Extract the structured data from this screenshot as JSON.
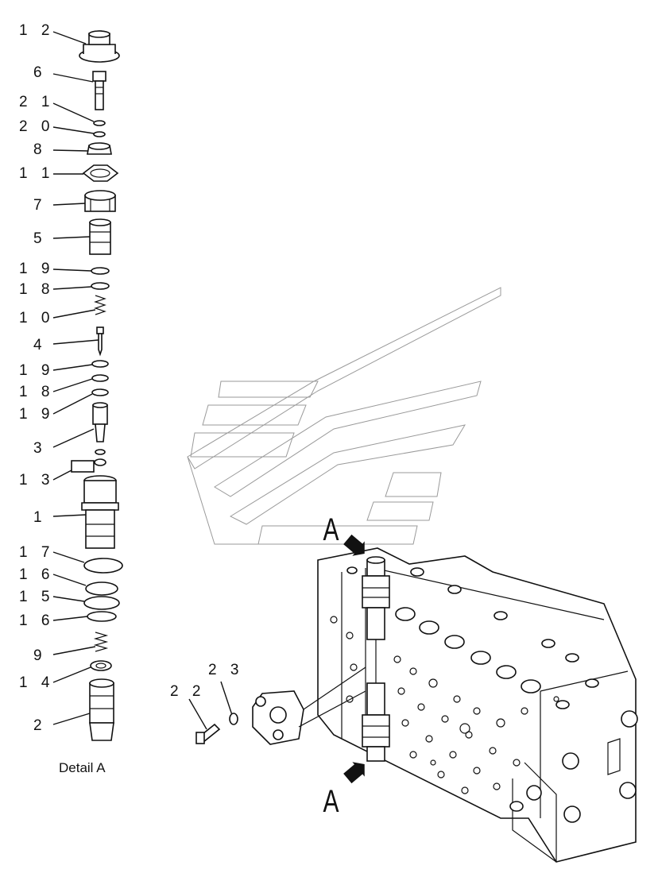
{
  "detail_caption": "Detail A",
  "view_marker_top": "A",
  "view_marker_bottom": "A",
  "callouts": [
    {
      "id": "12",
      "label": "1 2"
    },
    {
      "id": "6",
      "label": "6"
    },
    {
      "id": "21",
      "label": "2 1"
    },
    {
      "id": "20",
      "label": "2 0"
    },
    {
      "id": "8",
      "label": "8"
    },
    {
      "id": "11",
      "label": "1 1"
    },
    {
      "id": "7",
      "label": "7"
    },
    {
      "id": "5",
      "label": "5"
    },
    {
      "id": "19a",
      "label": "1 9"
    },
    {
      "id": "18a",
      "label": "1 8"
    },
    {
      "id": "10",
      "label": "1 0"
    },
    {
      "id": "4",
      "label": "4"
    },
    {
      "id": "19b",
      "label": "1 9"
    },
    {
      "id": "18b",
      "label": "1 8"
    },
    {
      "id": "19c",
      "label": "1 9"
    },
    {
      "id": "3",
      "label": "3"
    },
    {
      "id": "13",
      "label": "1 3"
    },
    {
      "id": "1",
      "label": "1"
    },
    {
      "id": "17",
      "label": "1 7"
    },
    {
      "id": "16a",
      "label": "1 6"
    },
    {
      "id": "15",
      "label": "1 5"
    },
    {
      "id": "16b",
      "label": "1 6"
    },
    {
      "id": "9",
      "label": "9"
    },
    {
      "id": "14",
      "label": "1 4"
    },
    {
      "id": "2",
      "label": "2"
    },
    {
      "id": "23",
      "label": "2 3"
    },
    {
      "id": "22",
      "label": "2 2"
    }
  ]
}
